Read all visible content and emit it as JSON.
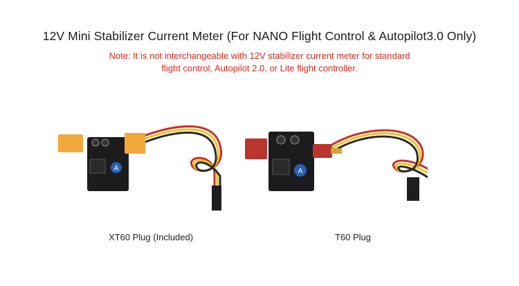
{
  "title": "12V Mini Stabilizer Current Meter (For NANO Flight Control & Autopilot3.0 Only)",
  "note": {
    "line1": "Note: It is not interchangeable with 12V stabilizer current meter for standard",
    "line2": "flight control, Autopilot 2.0, or Lite flight controller."
  },
  "products": [
    {
      "caption": "XT60 Plug (Included)",
      "plug_color": "#f2a93b",
      "board_label": "A"
    },
    {
      "caption": "T60 Plug",
      "plug_color": "#b8362e",
      "board_label": "A"
    }
  ],
  "colors": {
    "title": "#1a1a1a",
    "note": "#e0261c",
    "board": "#1c1c1e",
    "wire_red": "#c9302c",
    "wire_yellow": "#f0c419",
    "wire_black": "#2a2a2a"
  }
}
